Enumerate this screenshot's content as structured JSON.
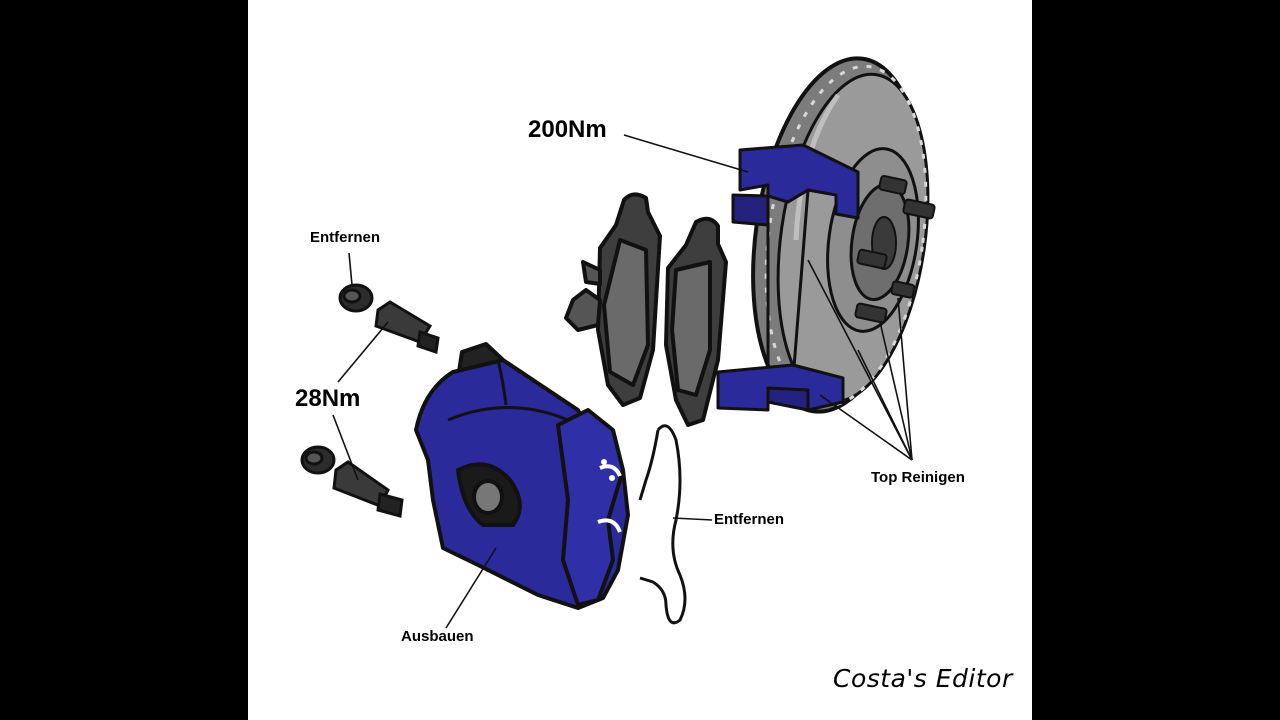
{
  "labels": {
    "torque_carrier": "200Nm",
    "remove_bolt_caps": "Entfernen",
    "torque_guide_bolts": "28Nm",
    "remove_spring": "Entfernen",
    "remove_caliper": "Ausbauen",
    "clean_top": "Top Reinigen"
  },
  "credit": "Costa's Editor",
  "colors": {
    "caliper_blue": "#2a2a9a",
    "disc_gray": "#8a8a8a",
    "pad_dark": "#4a4a4a",
    "outline": "#111111",
    "background": "#ffffff",
    "letterbox": "#000000"
  }
}
